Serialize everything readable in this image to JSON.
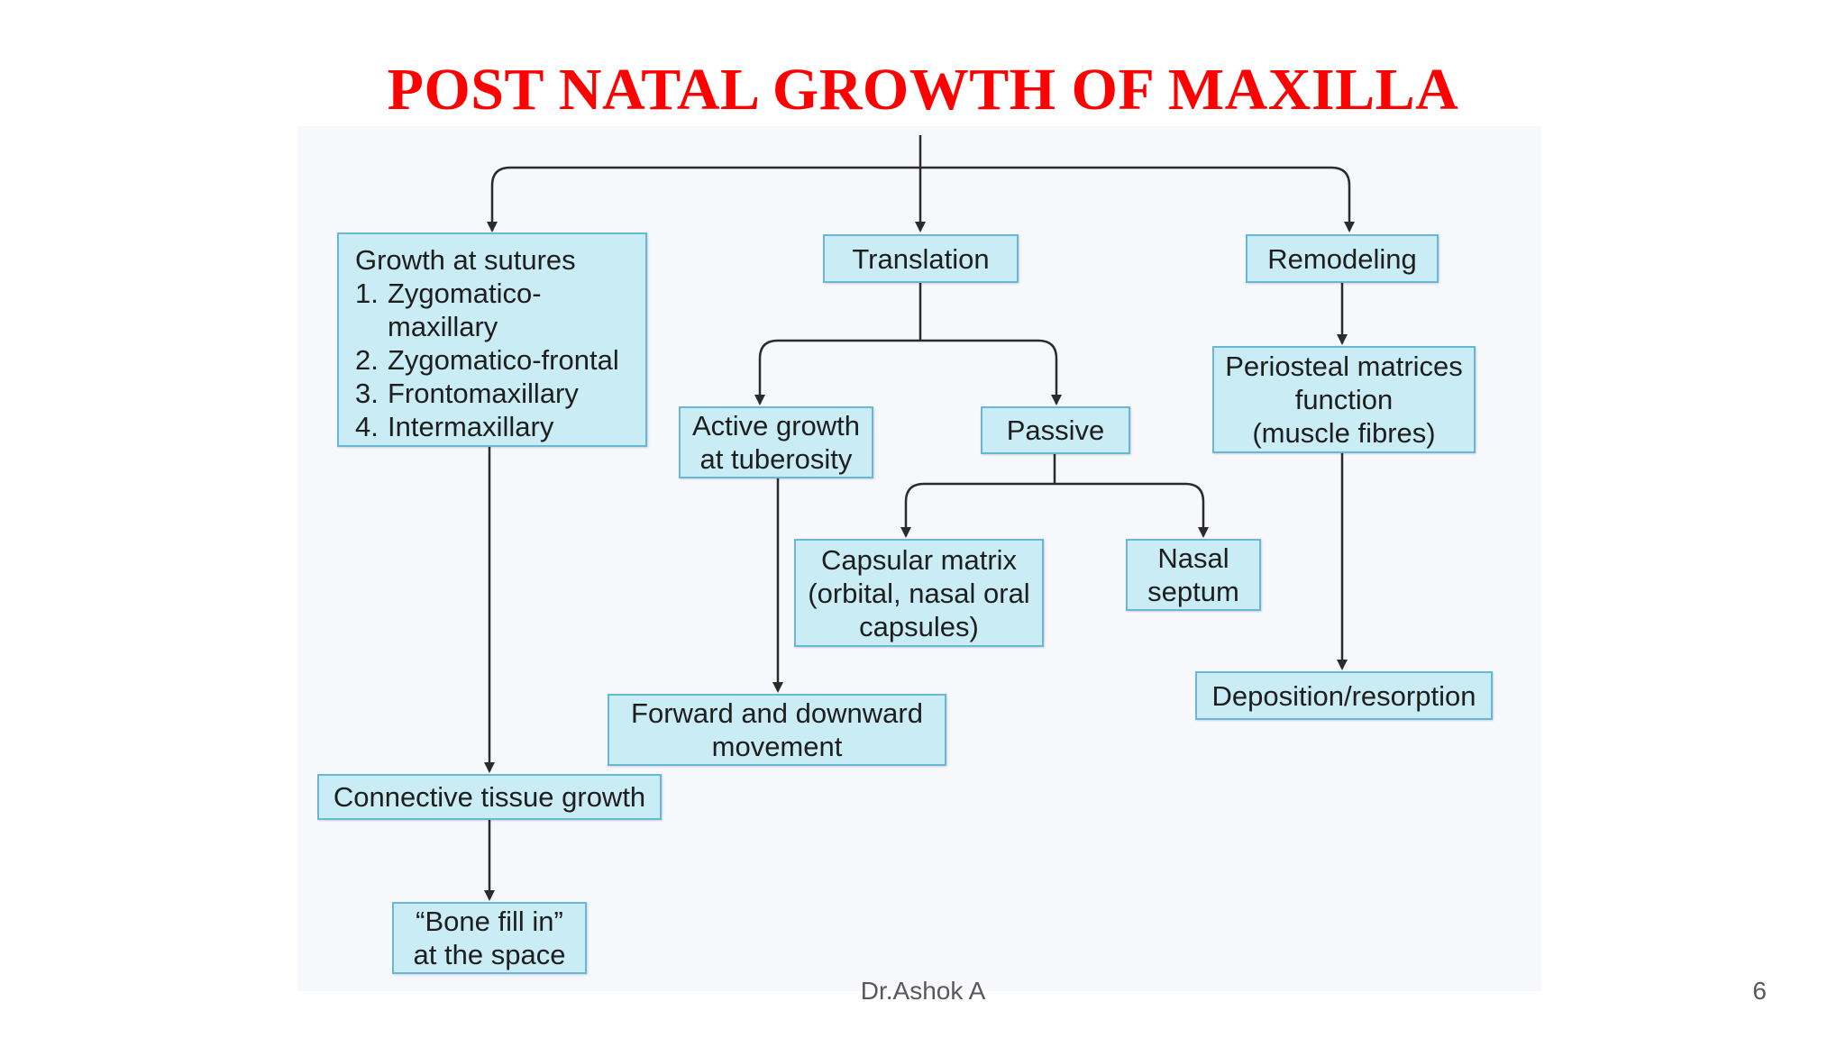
{
  "slide": {
    "title": "POST NATAL GROWTH OF MAXILLA",
    "author": "Dr.Ashok A",
    "page_number": "6"
  },
  "diagram": {
    "sutures": {
      "heading": "Growth at sutures",
      "items": [
        {
          "num": "1.",
          "text": "Zygomatico-\nmaxillary"
        },
        {
          "num": "2.",
          "text": "Zygomatico-frontal"
        },
        {
          "num": "3.",
          "text": "Frontomaxillary"
        },
        {
          "num": "4.",
          "text": "Intermaxillary"
        }
      ]
    },
    "translation": "Translation",
    "remodeling": "Remodeling",
    "active_growth": "Active growth\nat tuberosity",
    "passive": "Passive",
    "periosteal": "Periosteal matrices\nfunction\n(muscle fibres)",
    "capsular": "Capsular matrix\n(orbital, nasal oral\ncapsules)",
    "nasal_septum": "Nasal\nseptum",
    "deposition": "Deposition/resorption",
    "forward_downward": "Forward and downward\nmovement",
    "connective": "Connective tissue growth",
    "bone_fill": "“Bone fill in”\nat the space"
  }
}
